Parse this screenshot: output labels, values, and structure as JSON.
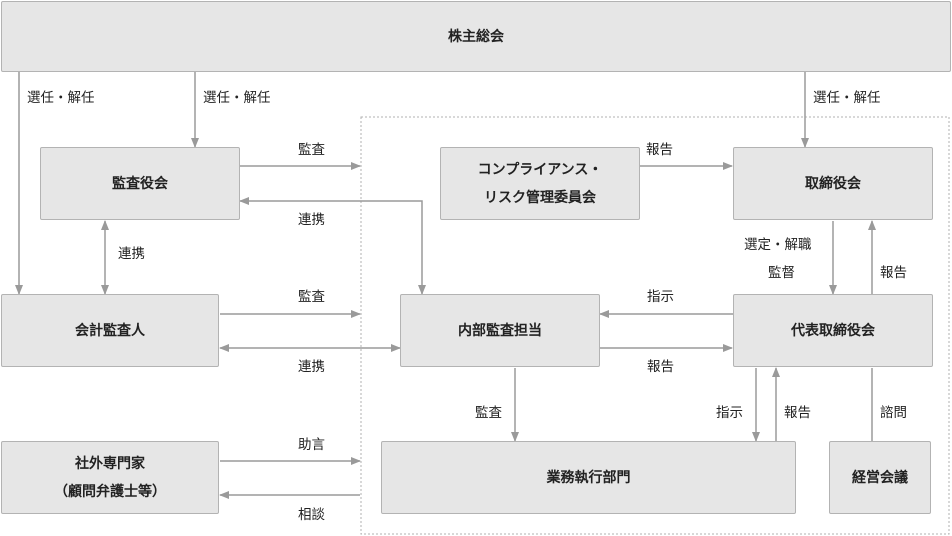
{
  "nodes": {
    "shareholders": "株主総会",
    "audit_board": "監査役会",
    "accountant": "会計監査人",
    "experts_line1": "社外専門家",
    "experts_line2": "（顧問弁護士等）",
    "compliance_line1": "コンプライアンス・",
    "compliance_line2": "リスク管理委員会",
    "board": "取締役会",
    "internal_audit": "内部監査担当",
    "representative": "代表取締役会",
    "business": "業務執行部門",
    "management_meeting": "経営会議"
  },
  "edges": {
    "elect_dismiss_accountant": "選任・解任",
    "elect_dismiss_auditors": "選任・解任",
    "elect_dismiss_board": "選任・解任",
    "audit_board_audit": "監査",
    "audit_board_coop": "連携",
    "audit_accountant_coop": "連携",
    "compliance_report": "報告",
    "board_select": "選定・解職",
    "board_supervise": "監督",
    "representative_report": "報告",
    "accountant_audit": "監査",
    "accountant_coop": "連携",
    "rep_instruct_internal": "指示",
    "internal_report_rep": "報告",
    "internal_audit_business": "監査",
    "rep_instruct_business": "指示",
    "business_report_rep": "報告",
    "consult_meeting": "諮問",
    "experts_advice": "助言",
    "experts_consult": "相談"
  }
}
